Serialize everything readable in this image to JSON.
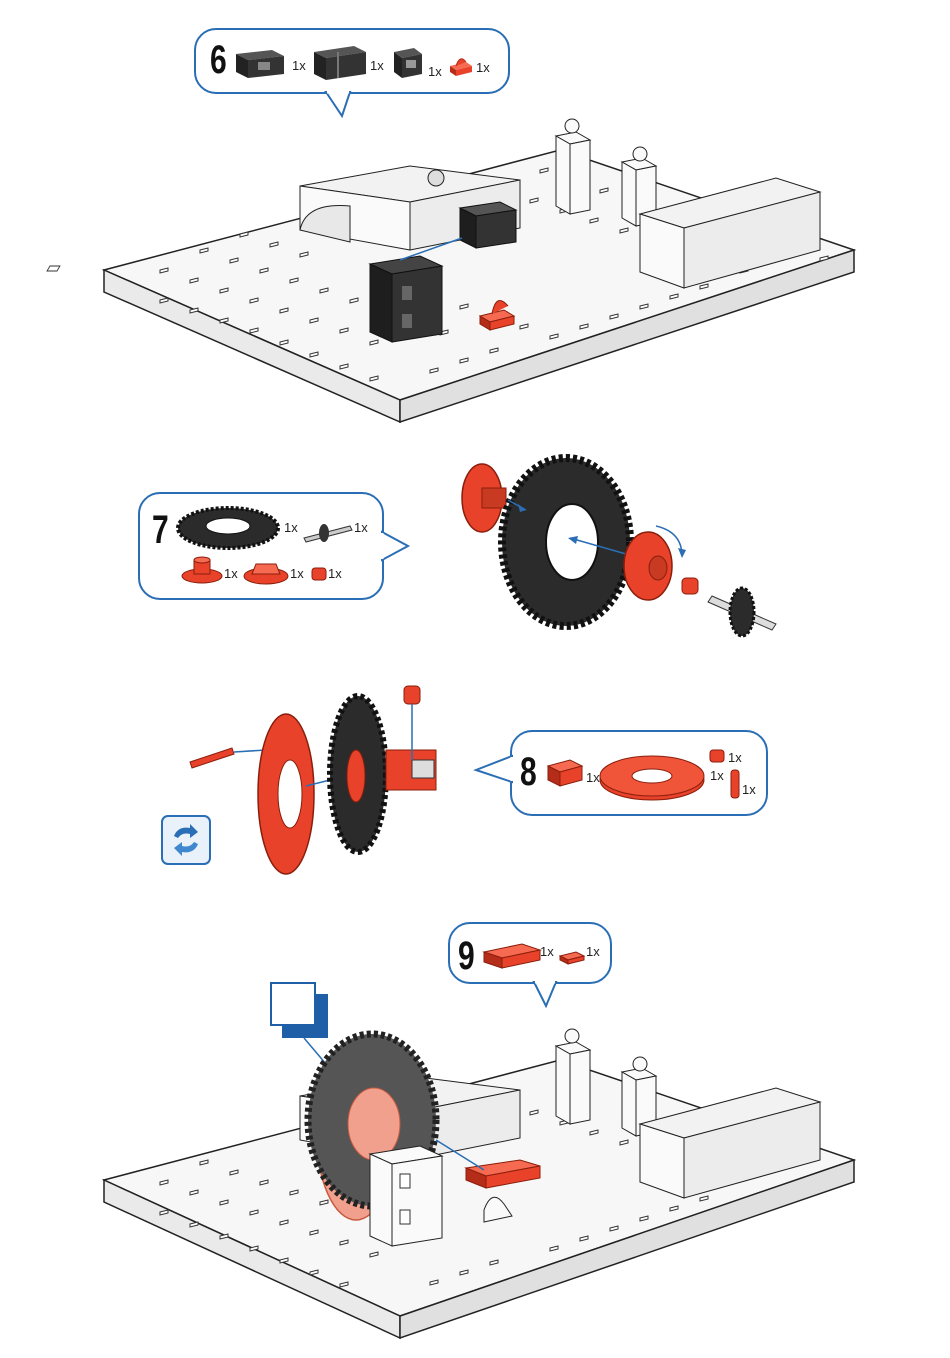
{
  "steps": [
    {
      "number": "6",
      "parts": [
        {
          "qty": "1x"
        },
        {
          "qty": "1x"
        },
        {
          "qty": "1x"
        },
        {
          "qty": "1x"
        }
      ]
    },
    {
      "number": "7",
      "parts": [
        {
          "qty": "1x"
        },
        {
          "qty": "1x"
        },
        {
          "qty": "1x"
        },
        {
          "qty": "1x"
        },
        {
          "qty": "1x"
        }
      ]
    },
    {
      "number": "8",
      "parts": [
        {
          "qty": "1x"
        },
        {
          "qty": "1x"
        },
        {
          "qty": "1x"
        },
        {
          "qty": "1x"
        }
      ]
    },
    {
      "number": "9",
      "parts": [
        {
          "qty": "1x"
        },
        {
          "qty": "1x"
        }
      ]
    }
  ],
  "colors": {
    "accent": "#2a6eb5",
    "part_red": "#e8432a",
    "part_black": "#2b2b2b",
    "baseplate": "#f4f4f4"
  },
  "icons": {
    "rotate": "rotate-arrows-icon",
    "callout": "blank-callout-box"
  }
}
